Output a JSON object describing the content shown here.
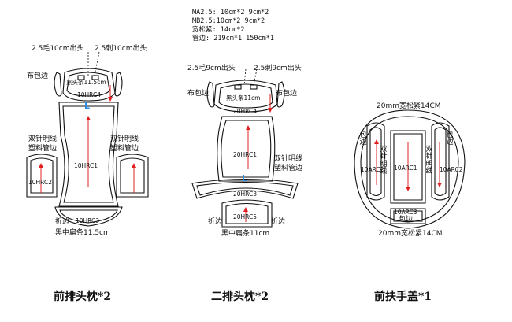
{
  "front_headrest": {
    "top_left_label": "2.5毛10cm出头",
    "top_right_label": "2.5刺10cm出头",
    "binding_label": "布包边",
    "top_strip_label": "黑头条11.5cm",
    "top_part_code": "10HRC4",
    "letter": "L",
    "left_label": "双针明线\n塑料管边",
    "right_label": "双针明线\n塑料管边",
    "main_code": "10HRC1",
    "side_code": "10HRC2",
    "bottom_code": "10HRC3",
    "fold_label": "折边",
    "bottom_strip_label": "黑中扁条11.5cm",
    "caption": "前排头枕*2"
  },
  "second_headrest": {
    "spec_lines": [
      "MA2.5: 10cm*2  9cm*2",
      "MB2.5:10cm*2  9cm*2",
      "宽松紧: 14cm*2",
      "管边: 219cm*1  150cm*1"
    ],
    "top_left_label": "2.5毛9cm出头",
    "top_right_label": "2.5刺9cm出头",
    "binding_label_left": "布包边",
    "binding_label_right": "布包边",
    "top_strip_label": "黑头条11cm",
    "top_part_code": "20HRC4",
    "main_code": "20HRC1",
    "letter": "L",
    "right_label": "双针明线\n塑料管边",
    "strip_code": "20HRC3",
    "bottom_code": "20HRC5",
    "fold_label_left": "折边",
    "fold_label_right": "折边",
    "bottom_strip_label": "黑中扁条11cm",
    "caption": "二排头枕*2"
  },
  "front_armrest": {
    "top_label": "20mm宽松紧14CM",
    "left_vertical": "包边",
    "right_vertical": "包边",
    "left_vertical_2": "双针明线",
    "right_vertical_2": "双针明线",
    "left_code": "10ARC2",
    "center_code": "10ARC1",
    "right_code": "10ARC2",
    "bottom_code": "10ARC3",
    "bottom_fold": "包边",
    "bottom_label": "20mm宽松紧14CM",
    "caption": "前扶手盖*1"
  }
}
